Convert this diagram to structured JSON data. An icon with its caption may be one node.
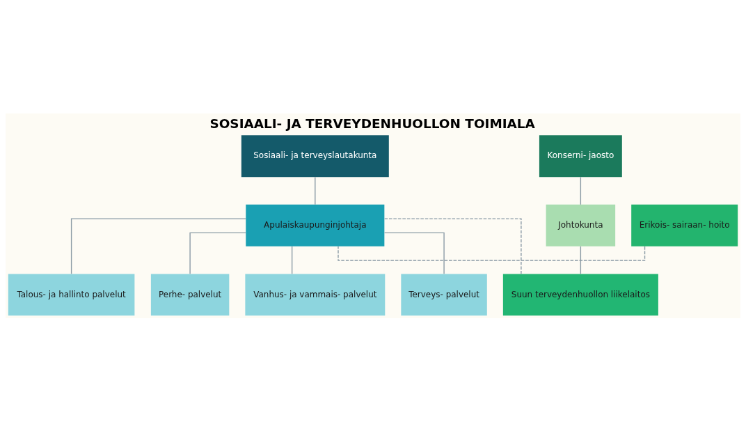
{
  "diagram": {
    "title": "SOSIAALI- JA TERVEYDENHUOLLON TOIMIALA",
    "nodes": [
      {
        "text": [
          "Sosiaali- ja terveyslautakunta"
        ]
      },
      {
        "text": [
          "Konserni- jaosto"
        ]
      },
      {
        "text": [
          "Johtokunta"
        ]
      },
      {
        "text": [
          "Erikois- sairaan- hoito"
        ]
      },
      {
        "text": [
          "Apulaiskaupunginjohtaja"
        ]
      },
      {
        "text": [
          "Talous- ja hallinto palvelut"
        ]
      },
      {
        "text": [
          "Perhe- palvelut"
        ]
      },
      {
        "text": [
          "Vanhus- ja vammais- palvelut"
        ]
      },
      {
        "text": [
          "Terveys- palvelut"
        ]
      },
      {
        "text": [
          "Suun terveydenhuollon liikelaitos"
        ]
      }
    ],
    "edges": [
      {
        "from": 0,
        "to": 4,
        "arrow": "none"
      },
      {
        "from": 3,
        "to": 4,
        "arrow": "none",
        "style": "dashed"
      },
      {
        "from": 4,
        "to": 9,
        "arrow": "none",
        "style": "dashed"
      },
      {
        "from": 4,
        "to": 5,
        "arrow": "none"
      },
      {
        "from": 4,
        "to": 6,
        "arrow": "none"
      },
      {
        "from": 4,
        "to": 7,
        "arrow": "none"
      },
      {
        "from": 4,
        "to": 8,
        "arrow": "none"
      },
      {
        "from": 1,
        "to": 2,
        "arrow": "none"
      },
      {
        "from": 2,
        "to": 9,
        "arrow": "none"
      }
    ]
  }
}
